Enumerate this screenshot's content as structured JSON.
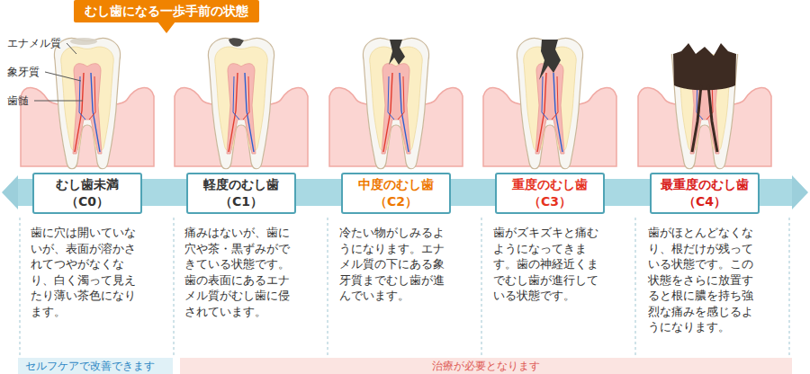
{
  "diagram": {
    "nodes": [
      {
        "text": [
          "むし歯になる一歩手前の状態"
        ]
      },
      {
        "text": [
          "むし歯未満 （C0）",
          "歯に穴は開いていないが、表面が溶かされてつやがなくなり、白く濁って見えたり薄い茶色になります。"
        ]
      },
      {
        "text": [
          "軽度のむし歯 （C1）",
          "痛みはないが、歯に穴や茶・黒ずみができている状態です。歯の表面にあるエナメル質がむし歯に侵されています。"
        ]
      },
      {
        "text": [
          "中度のむし歯 （C2）",
          "冷たい物がしみるようになります。エナメル質の下にある象牙質までむし歯が進んでいます。"
        ]
      },
      {
        "text": [
          "重度のむし歯 （C3）",
          "歯がズキズキと痛むようになってきます。歯の神経近くまでむし歯が進行している状態です。"
        ]
      },
      {
        "text": [
          "最重度のむし歯 （C4）",
          "歯がほとんどなくなり、根だけが残っている状態です。この状態をさらに放置すると根に膿を持ち強烈な痛みを感じるようになります。"
        ]
      },
      {
        "text": [
          "セルフケアで改善できます"
        ]
      },
      {
        "text": [
          "治療が必要となります"
        ]
      }
    ],
    "labels": [
      "エナメル質",
      "象牙質",
      "歯髄"
    ]
  }
}
